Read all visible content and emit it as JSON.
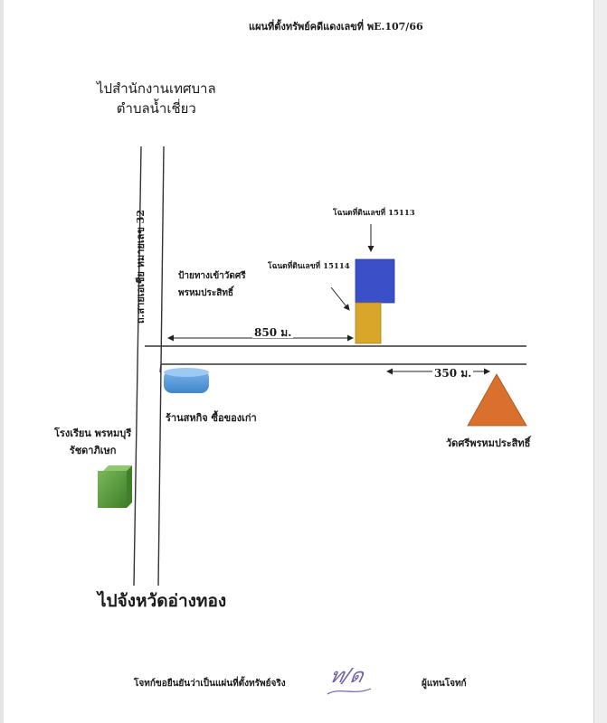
{
  "title": "แผนที่ตั้งทรัพย์คดีแดงเลขที่ พE.107/66",
  "north_destination": "ไปสำนักงานเทศบาล\nตำบลน้ำเชี่ยว",
  "south_destination": "ไปจังหวัดอ่างทอง",
  "road_label": "ถ.สายเอเชีย หมายเลข 32",
  "signpost_label": "ป้ายทางเข้าวัดศรี\nพรหมประสิทธิ์",
  "distance_main": "850 ม.",
  "distance_temple": "350 ม.",
  "deed_upper": "โฉนดที่ดินเลขที่ 15113",
  "deed_lower": "โฉนดที่ดินเลขที่ 15114",
  "shop_label": "ร้านสหกิจ ซื้อของเก่า",
  "school_label": "โรงเรียน พรหมบุรี\nรัชดาภิเษก",
  "temple_label": "วัดศรีพรหมประสิทธิ์",
  "certify_text": "โจทก์ขอยืนยันว่าเป็นแผ่นที่ตั้งทรัพย์จริง",
  "signature_text": "ท/ด",
  "signer_role": "ผู้แทนโจทก์",
  "colors": {
    "deed_upper": "#3a4fc8",
    "deed_lower": "#d9a62a",
    "shop": "#4a90d6",
    "school": "#5a9a3c",
    "temple": "#d9702e",
    "road": "#333333"
  },
  "icons": {
    "deed_upper": "blue-square-plot",
    "deed_lower": "yellow-square-plot",
    "shop": "blue-cylinder",
    "school": "green-cube",
    "temple": "orange-triangle"
  }
}
